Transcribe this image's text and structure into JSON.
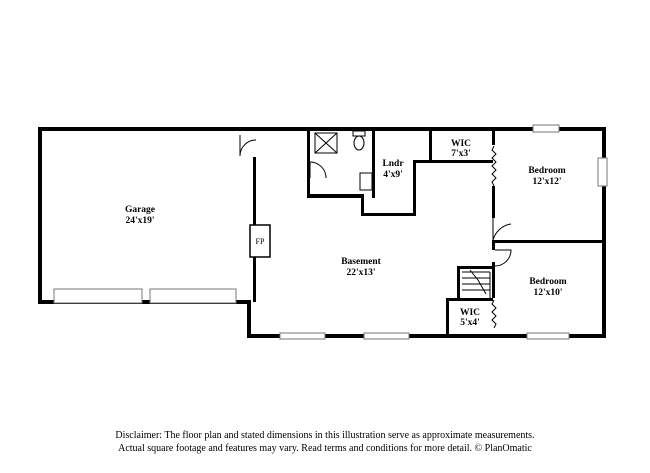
{
  "rooms": {
    "garage": {
      "name": "Garage",
      "dims": "24'x19'"
    },
    "basement": {
      "name": "Basement",
      "dims": "22'x13'"
    },
    "laundry": {
      "name": "Lndr",
      "dims": "4'x9'"
    },
    "wic_top": {
      "name": "WIC",
      "dims": "7'x3'"
    },
    "bedroom_top": {
      "name": "Bedroom",
      "dims": "12'x12'"
    },
    "bedroom_bottom": {
      "name": "Bedroom",
      "dims": "12'x10'"
    },
    "wic_bottom": {
      "name": "WIC",
      "dims": "5'x4'"
    },
    "fireplace": {
      "label": "FP"
    }
  },
  "disclaimer": {
    "line1": "Disclaimer: The floor plan and stated dimensions in this illustration serve as approximate measurements.",
    "line2": "Actual square footage and features may vary. Read terms and conditions for more detail. © PlanOmatic"
  }
}
